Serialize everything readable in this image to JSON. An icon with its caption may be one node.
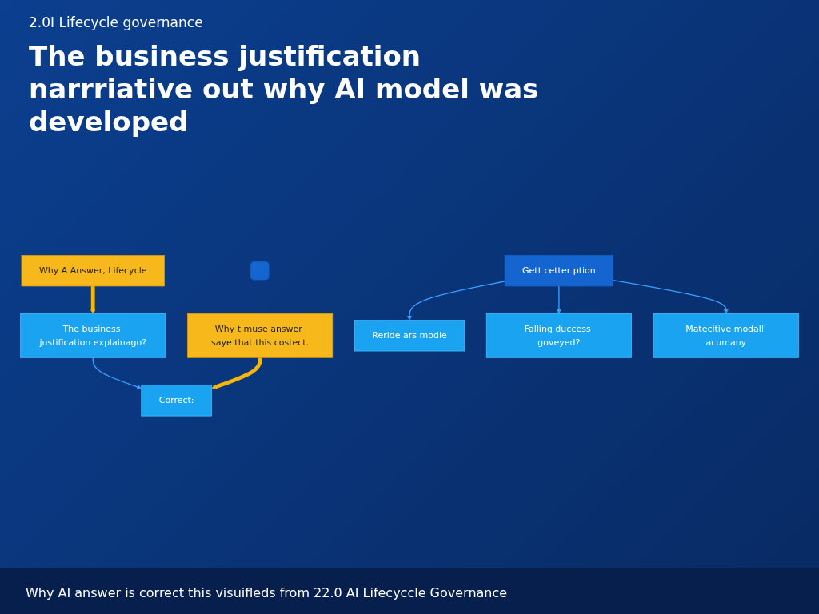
{
  "diagram": {
    "title": "The business justification narrriative out why AI model was developed",
    "caption": "Why AI answer is correct this visuifleds from 22.0 AI Lifecyccle Governance",
    "labels": [
      "2.0I Lifecycle governance"
    ],
    "nodes": [
      {
        "text": [
          "Why A Answer, Lifecycle"
        ]
      },
      {
        "text": [
          "The business justification explainago?"
        ]
      },
      {
        "text": [
          "Correct:"
        ]
      },
      {
        "text": [
          "Why t muse answer saye that this costect."
        ]
      },
      {
        "text": [],
        "shape": "bar"
      },
      {
        "text": [
          "Gett cetter ption"
        ]
      },
      {
        "text": [
          "Rerlde ars modle"
        ]
      },
      {
        "text": [
          "Falling duccess goveyed?"
        ]
      },
      {
        "text": [
          "Matecitive modall acumany"
        ]
      }
    ],
    "edges": [
      {
        "from": 0,
        "to": 1,
        "arrow": "to",
        "style": "thick",
        "color": "#f5b50a"
      },
      {
        "from": 1,
        "to": 2,
        "arrow": "to"
      },
      {
        "from": 3,
        "to": 2,
        "arrow": "to",
        "style": "thick",
        "color": "#f5b50a"
      },
      {
        "from": 5,
        "to": 6,
        "arrow": "to"
      },
      {
        "from": 5,
        "to": 7,
        "arrow": "to"
      },
      {
        "from": 5,
        "to": 8,
        "arrow": "to"
      }
    ]
  }
}
